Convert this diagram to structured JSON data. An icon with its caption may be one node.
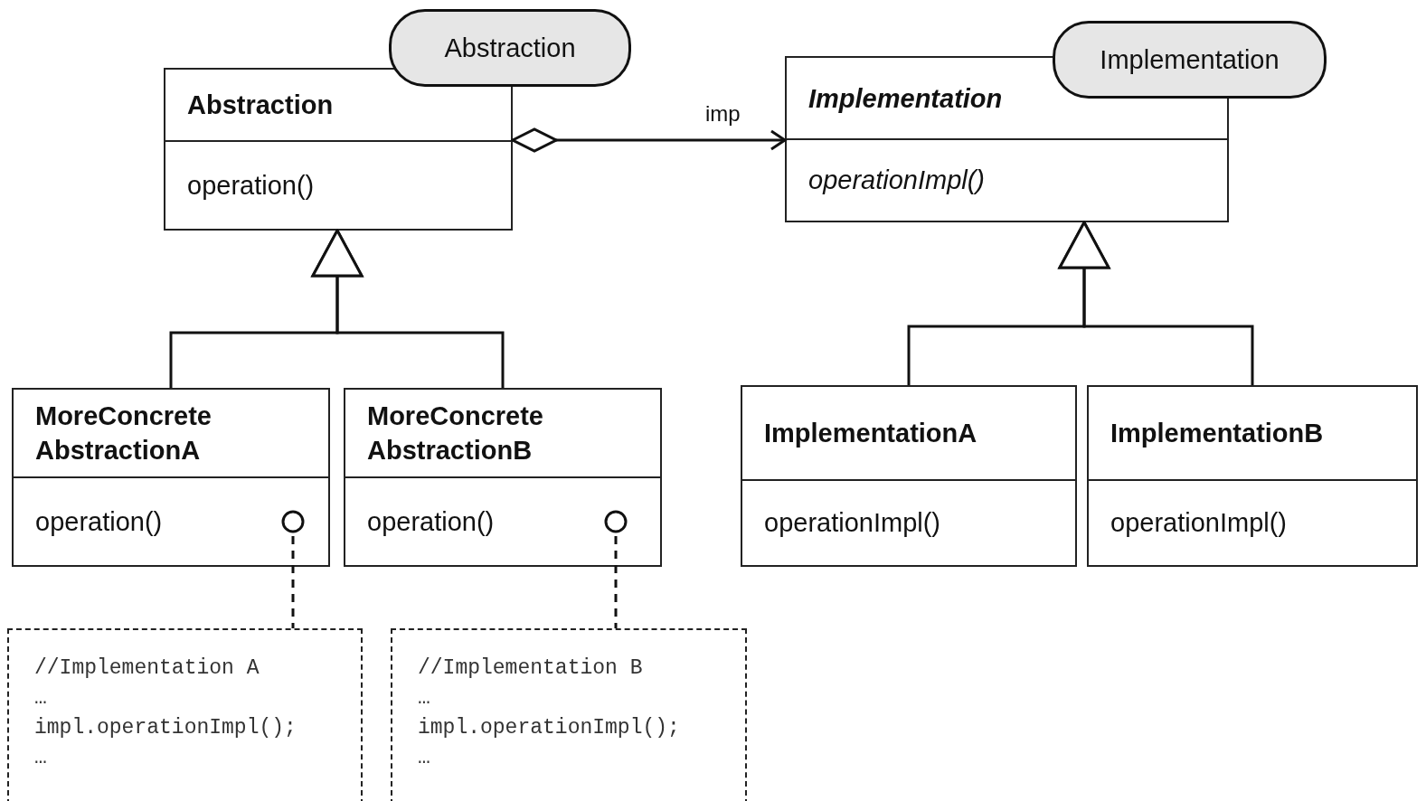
{
  "diagram": {
    "nodes": [
      {
        "text": [
          "Abstraction"
        ]
      },
      {
        "text": [
          "Abstraction",
          "operation()"
        ]
      },
      {
        "text": [
          "Implementation"
        ]
      },
      {
        "text": [
          "Implementation",
          "operationImpl()"
        ]
      },
      {
        "text": [
          "MoreConcrete AbstractionA",
          "operation()"
        ]
      },
      {
        "text": [
          "MoreConcrete AbstractionB",
          "operation()"
        ]
      },
      {
        "text": [
          "ImplementationA",
          "operationImpl()"
        ]
      },
      {
        "text": [
          "ImplementationB",
          "operationImpl()"
        ]
      },
      {
        "text": [
          "//Implementation A",
          "…",
          "impl.operationImpl();",
          "…"
        ]
      },
      {
        "text": [
          "//Implementation B",
          "…",
          "impl.operationImpl();",
          "…"
        ]
      }
    ],
    "edges": [
      {
        "from": 1,
        "to": 3,
        "arrow": "to",
        "label": "imp"
      },
      {
        "from": 4,
        "to": 1,
        "arrow": "to"
      },
      {
        "from": 5,
        "to": 1,
        "arrow": "to"
      },
      {
        "from": 6,
        "to": 3,
        "arrow": "to"
      },
      {
        "from": 7,
        "to": 3,
        "arrow": "to"
      },
      {
        "from": 4,
        "to": 8,
        "arrow": "other",
        "style": "dashed"
      },
      {
        "from": 5,
        "to": 9,
        "arrow": "other",
        "style": "dashed"
      }
    ]
  }
}
